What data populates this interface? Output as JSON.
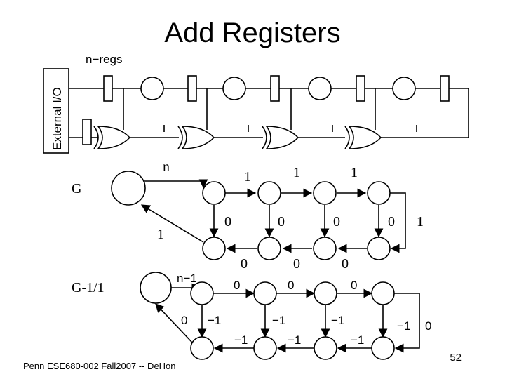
{
  "slide": {
    "title": "Add Registers",
    "footer": "Penn ESE680-002 Fall2007 -- DeHon",
    "page_number": "52"
  },
  "circuit": {
    "regs_label": "n−regs",
    "io_label": "External I/O"
  },
  "graph_g": {
    "name": "G",
    "labels": {
      "n": "n",
      "one_a": "1",
      "one_b": "1",
      "one_c": "1",
      "one_left": "1",
      "zero_a": "0",
      "zero_b": "0",
      "zero_c": "0",
      "zero_d": "0",
      "one_right": "1",
      "zero_bot_a": "0",
      "zero_bot_b": "0",
      "zero_bot_c": "0"
    }
  },
  "graph_g1": {
    "name": "G-1/1",
    "labels": {
      "n_minus_1": "n−1",
      "zero_a": "0",
      "zero_b": "0",
      "zero_c": "0",
      "zero_left": "0",
      "minus_a": "−1",
      "minus_b": "−1",
      "minus_c": "−1",
      "minus_d": "−1",
      "minus_e": "−1",
      "minus_f": "−1",
      "minus_g": "−1",
      "zero_right": "0"
    }
  }
}
